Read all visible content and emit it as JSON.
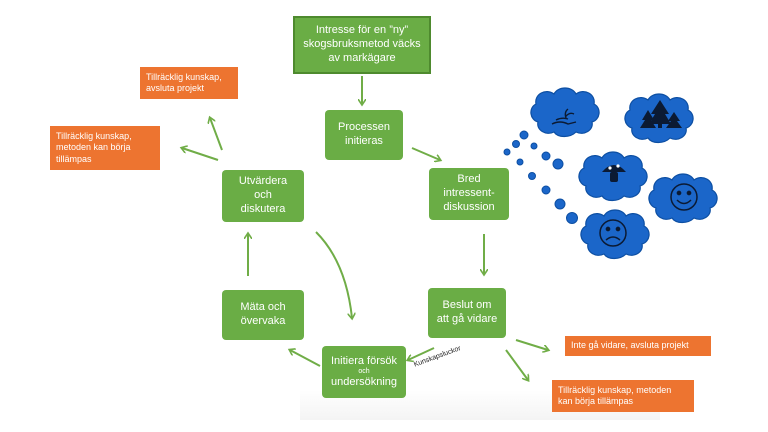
{
  "steps": {
    "start": "Intresse för en ”ny”\nskogsbruksmetod väcks\nav markägare",
    "initiate": "Processen\ninitieras",
    "discussion": "Bred\nintressent-\ndiskussion",
    "decision": "Beslut om\natt gå vidare",
    "trial_line1": "Initiera försök",
    "trial_line2": "och",
    "trial_line3": "undersökning",
    "measure": "Mäta och\növervaka",
    "evaluate": "Utvärdera\noch\ndiskutera"
  },
  "outcomes": {
    "enough_stop": "Tillräcklig kunskap,\navsluta projekt",
    "enough_apply": "Tillräcklig kunskap,\nmetoden kan börja\ntillämpas",
    "no_go": "Inte gå vidare, avsluta projekt",
    "enough_apply_right": "Tillräcklig kunskap, metoden\nkan börja tillämpas"
  },
  "knowledge_gaps_label": "Kunskapsluckor",
  "thought_icons": [
    "hand-sprout-icon",
    "forest-icon",
    "mushroom-icon",
    "happy-face-icon",
    "sad-face-icon"
  ],
  "colors": {
    "step_green": "#6aad45",
    "outcome_orange": "#ed7430",
    "cloud_blue": "#1b66c9",
    "arrow_green": "#70ad47"
  }
}
